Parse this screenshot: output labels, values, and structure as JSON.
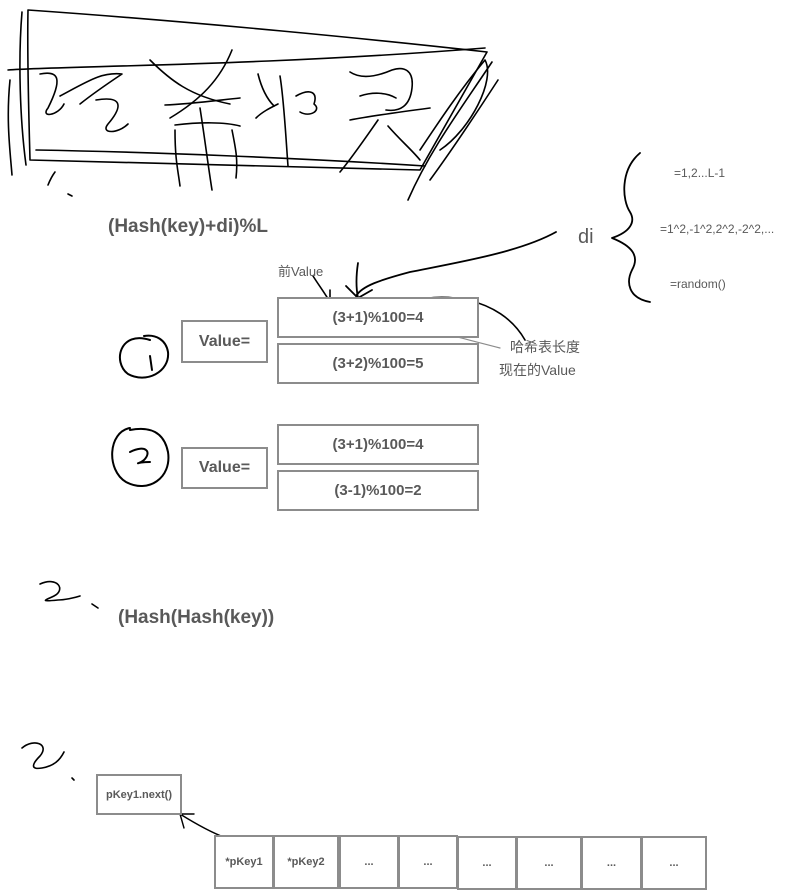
{
  "title_handwritten": "哈希冲突",
  "methods": {
    "open_addressing": {
      "formula": "(Hash(key)+di)%L",
      "di_label": "di",
      "di_options": [
        "=1,2...L-1",
        "=1^2,-1^2,2^2,-2^2,...",
        "=random()"
      ]
    },
    "rehash": {
      "formula": "(Hash(Hash(key))"
    },
    "chaining": {
      "next_label": "pKey1.next()",
      "bucket_cells": [
        "*pKey1",
        "*pKey2",
        "...",
        "...",
        "...",
        "...",
        "...",
        "..."
      ]
    }
  },
  "annotations": {
    "prev_value": "前Value",
    "table_length": "哈希表长度",
    "current_value": "现在的Value"
  },
  "examples": [
    {
      "marker": "1",
      "label": "Value=",
      "rows": [
        "(3+1)%100=4",
        "(3+2)%100=5"
      ]
    },
    {
      "marker": "2",
      "label": "Value=",
      "rows": [
        "(3+1)%100=4",
        "(3-1)%100=2"
      ]
    }
  ],
  "colors": {
    "ink": "#000000",
    "text": "#595959",
    "box_border": "#8c8c8c"
  }
}
